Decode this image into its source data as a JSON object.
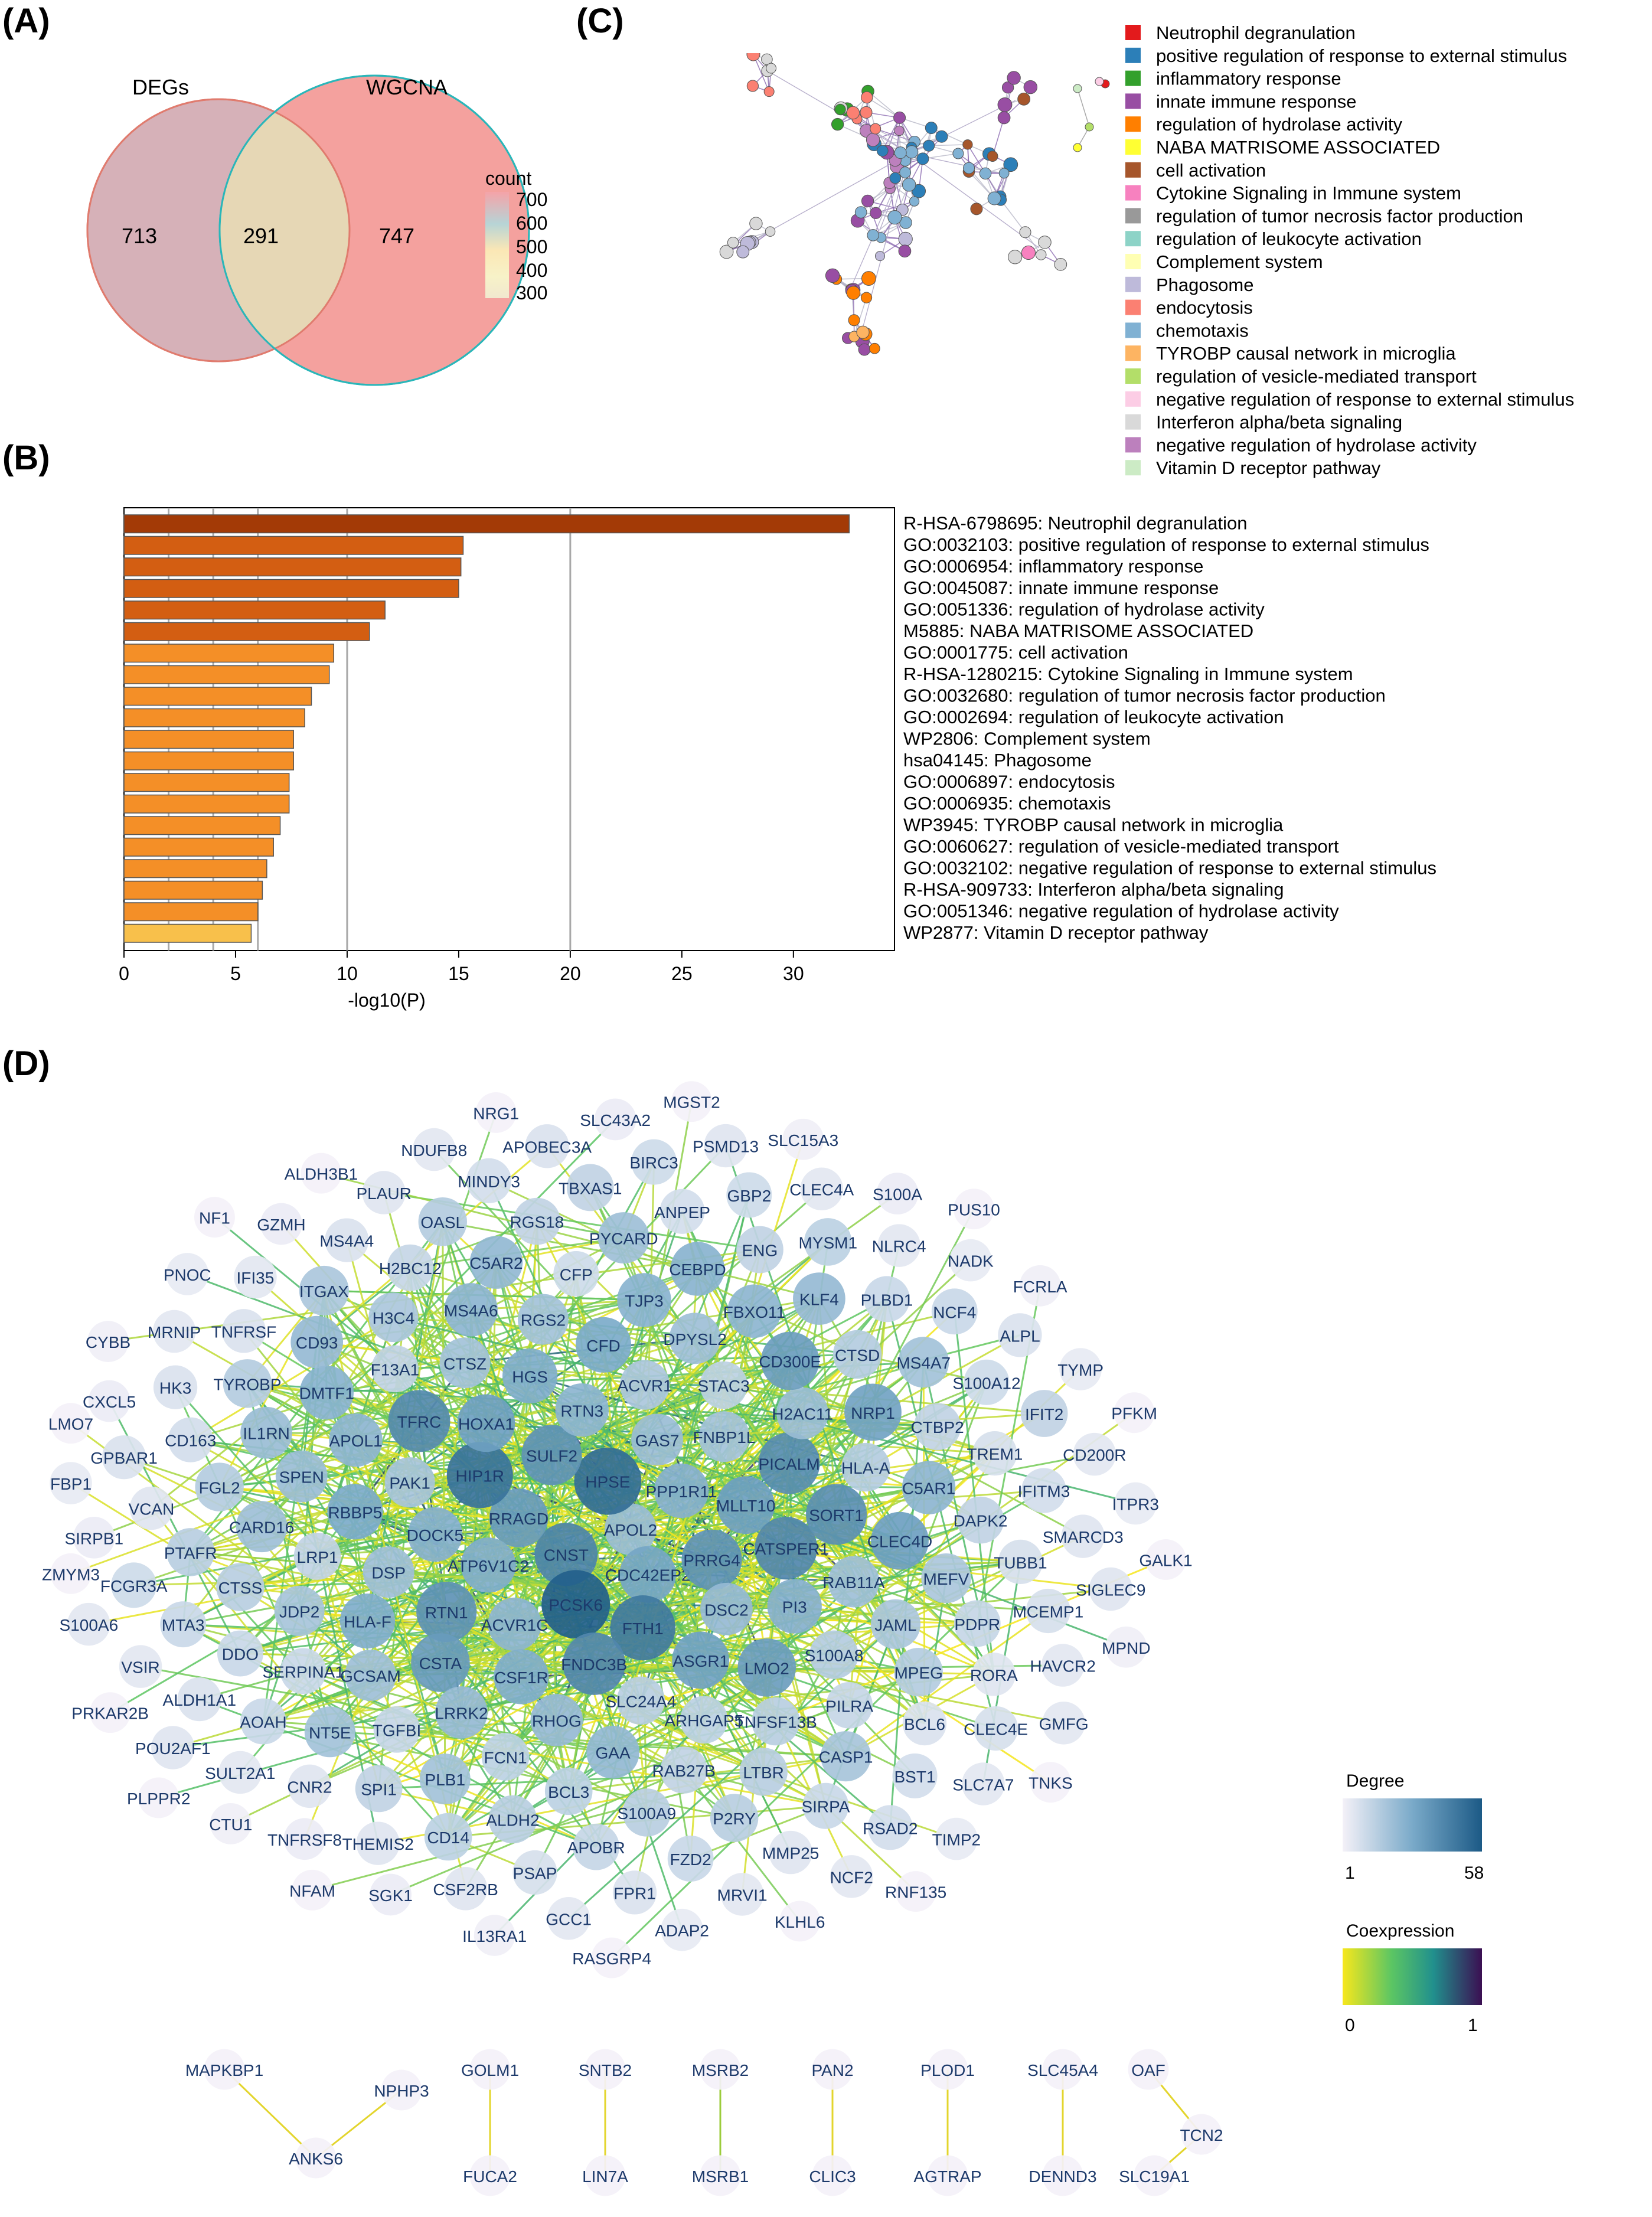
{
  "panels": {
    "A": "(A)",
    "B": "(B)",
    "C": "(C)",
    "D": "(D)"
  },
  "chart_data": [
    {
      "type": "venn",
      "sets": [
        {
          "name": "DEGs",
          "only": 713,
          "color": "#d6b1b8"
        },
        {
          "name": "WGCNA",
          "only": 747,
          "color": "#f2a09c"
        }
      ],
      "intersection": 291,
      "intersection_color": "#e6d6b6",
      "legend": {
        "title": "count",
        "ticks": [
          "700",
          "600",
          "500",
          "400",
          "300"
        ],
        "colors": [
          "#f5a3a8",
          "#b7d4d6",
          "#fbe7b5",
          "#f7f2c8",
          "#f1e8cf"
        ]
      }
    },
    {
      "type": "bar",
      "orientation": "horizontal",
      "xlabel": "-log10(P)",
      "xlim": [
        0,
        34
      ],
      "xticks": [
        0,
        5,
        10,
        15,
        20,
        25,
        30
      ],
      "grid_lines": [
        2,
        4,
        6,
        10,
        20
      ],
      "categories": [
        "R-HSA-6798695: Neutrophil degranulation",
        "GO:0032103: positive regulation of response to external stimulus",
        "GO:0006954: inflammatory response",
        "GO:0045087: innate immune response",
        "GO:0051336: regulation of hydrolase activity",
        "M5885: NABA MATRISOME ASSOCIATED",
        "GO:0001775: cell activation",
        "R-HSA-1280215: Cytokine Signaling in Immune system",
        "GO:0032680: regulation of tumor necrosis factor production",
        "GO:0002694: regulation of leukocyte activation",
        "WP2806: Complement system",
        "hsa04145: Phagosome",
        "GO:0006897: endocytosis",
        "GO:0006935: chemotaxis",
        "WP3945: TYROBP causal network in microglia",
        "GO:0060627: regulation of vesicle-mediated transport",
        "GO:0032102: negative regulation of response to external stimulus",
        "R-HSA-909733: Interferon alpha/beta signaling",
        "GO:0051346: negative regulation of hydrolase activity",
        "WP2877: Vitamin D receptor pathway"
      ],
      "values": [
        32.5,
        15.2,
        15.1,
        15.0,
        11.7,
        11.0,
        9.4,
        9.2,
        8.4,
        8.1,
        7.6,
        7.6,
        7.4,
        7.4,
        7.0,
        6.7,
        6.4,
        6.2,
        6.0,
        5.7
      ],
      "colors": [
        "#a33a06",
        "#d35e12",
        "#d35e12",
        "#d35e12",
        "#d35e12",
        "#d35e12",
        "#f48f27",
        "#f48f27",
        "#f48f27",
        "#f48f27",
        "#f48f27",
        "#f48f27",
        "#f48f27",
        "#f48f27",
        "#f48f27",
        "#f48f27",
        "#f48f27",
        "#f48f27",
        "#f48f27",
        "#f8c04b"
      ]
    },
    {
      "type": "network",
      "description_legend": [
        {
          "label": "Neutrophil degranulation",
          "color": "#e31a1c"
        },
        {
          "label": "positive regulation of response to external stimulus",
          "color": "#2c7fb8"
        },
        {
          "label": "inflammatory response",
          "color": "#33a02c"
        },
        {
          "label": "innate immune response",
          "color": "#984ea3"
        },
        {
          "label": "regulation of hydrolase activity",
          "color": "#ff7f00"
        },
        {
          "label": "NABA MATRISOME ASSOCIATED",
          "color": "#ffff33"
        },
        {
          "label": "cell activation",
          "color": "#a6562b"
        },
        {
          "label": "Cytokine Signaling in Immune system",
          "color": "#f781bf"
        },
        {
          "label": "regulation of tumor necrosis factor production",
          "color": "#999999"
        },
        {
          "label": "regulation of leukocyte activation",
          "color": "#8dd3c7"
        },
        {
          "label": "Complement system",
          "color": "#ffffb3"
        },
        {
          "label": "Phagosome",
          "color": "#bebada"
        },
        {
          "label": "endocytosis",
          "color": "#fb8072"
        },
        {
          "label": "chemotaxis",
          "color": "#80b1d3"
        },
        {
          "label": "TYROBP causal network in microglia",
          "color": "#fdb462"
        },
        {
          "label": "regulation of vesicle-mediated transport",
          "color": "#b3de69"
        },
        {
          "label": "negative regulation of response to external stimulus",
          "color": "#fccde5"
        },
        {
          "label": "Interferon alpha/beta signaling",
          "color": "#d9d9d9"
        },
        {
          "label": "negative regulation of hydrolase activity",
          "color": "#bc80bd"
        },
        {
          "label": "Vitamin D receptor pathway",
          "color": "#ccebc5"
        }
      ]
    },
    {
      "type": "network",
      "legend_degree": {
        "title": "Degree",
        "min": "1",
        "max": "58"
      },
      "legend_coexpression": {
        "title": "Coexpression",
        "min": "0",
        "max": "1"
      },
      "genes": [
        "APOL2",
        "CNST",
        "HPSE",
        "CDC42EP2",
        "RRAGD",
        "PPP1R11",
        "PCSK6",
        "SULF2",
        "PRRG4",
        "ATP6V1C2",
        "GAS7",
        "FTH1",
        "HIP1R",
        "MLLT10",
        "ACVR1C",
        "RTN3",
        "DSC2",
        "DOCK5",
        "FNBP1L",
        "FNDC3B",
        "HOXA1",
        "CATSPER1",
        "RTN1",
        "ACVR1",
        "ASGR1",
        "PAK1",
        "PICALM",
        "CSF1R",
        "HGS",
        "PI3",
        "DSP",
        "STAC3",
        "SLC24A4",
        "TFRC",
        "SORT1",
        "CSTA",
        "CFD",
        "LMO2",
        "RBBP5",
        "H2AC11",
        "RHOG",
        "CTSZ",
        "RAB11A",
        "HLA-F",
        "DPYSL2",
        "ARHGAP5",
        "APOL1",
        "HLA-A",
        "LRRK2",
        "RGS2",
        "S100A8",
        "LRP1",
        "CD300E",
        "GAA",
        "F13A1",
        "CLEC4D",
        "GCSAM",
        "TJP3",
        "TNFSF13B",
        "SPEN",
        "NRP1",
        "FCN1",
        "MS4A6",
        "JAML",
        "JDP2",
        "FBXO11",
        "RAB27B",
        "DMTF1",
        "C5AR1",
        "TGFBI",
        "CFP",
        "PILRA",
        "CARD16",
        "CTSD",
        "BCL3",
        "H3C4",
        "MEFV",
        "SERPINA1",
        "CEBPD",
        "LTBR",
        "IL1RN",
        "CTBP2",
        "PLB1",
        "C5AR2",
        "MPEG",
        "CTSS",
        "KLF4",
        "S100A9",
        "CD93",
        "DAPK2",
        "NT5E",
        "PYCARD",
        "CASP1",
        "FGL2",
        "MS4A7",
        "ALDH2",
        "H2BC12",
        "PDPR",
        "DDO",
        "ENG",
        "P2RY",
        "TYROBP",
        "TREM1",
        "SPI1",
        "RGS18",
        "BCL6",
        "PTAFR",
        "PLBD1",
        "APOBR",
        "ITGAX",
        "TUBB1",
        "AOAH",
        "ANPEP",
        "SIRPA",
        "CD163",
        "S100A12",
        "CD14",
        "OASL",
        "RORA",
        "MTA3",
        "MYSM1",
        "FZD2",
        "TNFRSF",
        "IFITM3",
        "CNR2",
        "TBXAS1",
        "BST1",
        "VCAN",
        "NCF4",
        "PSAP",
        "MS4A4",
        "MCEMP1",
        "ALDH1A1",
        "GBP2",
        "MMP25",
        "HK3",
        "IFIT2",
        "THEMIS2",
        "MINDY3",
        "CLEC4E",
        "FCGR3A",
        "NLRC4",
        "FPR1",
        "IFI35",
        "SMARCD3",
        "SULT2A1",
        "BIRC3",
        "RSAD2",
        "GPBAR1",
        "ALPL",
        "CSF2RB",
        "PLAUR",
        "HAVCR2",
        "VSIR",
        "CLEC4A",
        "MRVI1",
        "MRNIP",
        "CD200R",
        "TNFRSF8",
        "APOBEC3A",
        "SLC7A7",
        "SIRPB1",
        "NADK",
        "GCC1",
        "GZMH",
        "SIGLEC9",
        "POU2AF1",
        "PSMD13",
        "NCF2",
        "CXCL5",
        "TYMP",
        "SGK1",
        "NDUFB8",
        "GMFG",
        "S100A6",
        "S100A",
        "ADAP2",
        "PNOC",
        "ITPR3",
        "CTU1",
        "SLC43A2",
        "TIMP2",
        "FBP1",
        "FCRLA",
        "IL13RA1",
        "ALDH3B1",
        "MPND",
        "PRKAR2B",
        "SLC15A3",
        "KLHL6",
        "CYBB",
        "PFKM",
        "NFAM",
        "NRG1",
        "TNKS",
        "ZMYM3",
        "PUS10",
        "RASGRP4",
        "NF1",
        "GALK1",
        "PLPPR2",
        "MGST2",
        "RNF135",
        "LMO7",
        "MAPKBP1",
        "GOLM1",
        "SNTB2",
        "MSRB2",
        "PAN2",
        "PLOD1",
        "SLC45A4",
        "OAF",
        "NPHP3",
        "ANKS6",
        "TCN2",
        "FUCA2",
        "LIN7A",
        "MSRB1",
        "CLIC3",
        "AGTRAP",
        "DENND3",
        "SLC19A1"
      ],
      "pair_edges": [
        [
          "MAPKBP1",
          "ANKS6"
        ],
        [
          "NPHP3",
          "ANKS6"
        ],
        [
          "GOLM1",
          "FUCA2"
        ],
        [
          "SNTB2",
          "LIN7A"
        ],
        [
          "MSRB2",
          "MSRB1"
        ],
        [
          "PAN2",
          "CLIC3"
        ],
        [
          "PLOD1",
          "AGTRAP"
        ],
        [
          "SLC45A4",
          "DENND3"
        ],
        [
          "OAF",
          "TCN2"
        ],
        [
          "TCN2",
          "SLC19A1"
        ]
      ]
    }
  ]
}
